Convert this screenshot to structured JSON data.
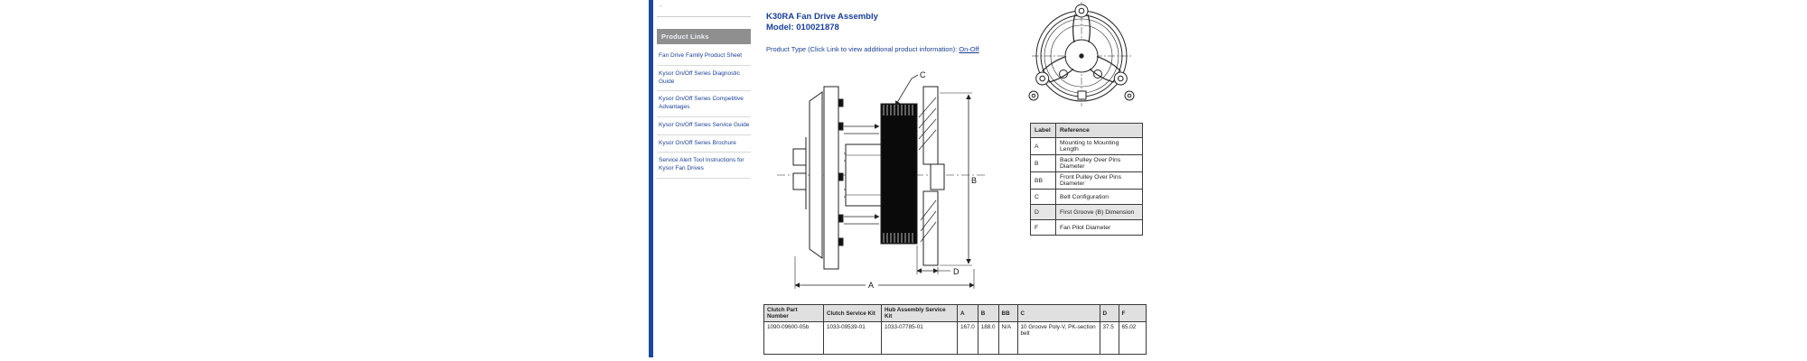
{
  "colors": {
    "navy": "#1b3f94",
    "bar-blue": "#1f4698",
    "header-gray": "#8f8f8f",
    "border-dark": "#3a3a3a",
    "row-alt": "#e6e6e6",
    "thead-bg": "#e0e0e0"
  },
  "top_widget": {
    "glyph": "-"
  },
  "sidebar": {
    "header": "Product Links",
    "links": [
      {
        "label": "Fan Drive Family Product Sheet"
      },
      {
        "label": "Kysor On/Off Series Diagnostic Guide"
      },
      {
        "label": "Kysor On/Off Series Competitive Advantages"
      },
      {
        "label": "Kysor On/Off Series Service Guide"
      },
      {
        "label": "Kysor On/Off Series Brochure"
      },
      {
        "label": "Service Alert Tool Instructions for Kysor Fan Drives"
      }
    ]
  },
  "header": {
    "title": "K30RA Fan Drive Assembly",
    "model": "Model: 010021878",
    "product_type_prefix": "Product Type (Click Link to view additional product information): ",
    "product_type_link": "On-Off"
  },
  "diagram": {
    "dim_a": "A",
    "dim_b": "B",
    "dim_c": "C",
    "dim_d": "D"
  },
  "reference_table": {
    "headers": [
      "Label",
      "Reference"
    ],
    "rows": [
      [
        "A",
        "Mounting to Mounting Length"
      ],
      [
        "B",
        "Back Pulley Over Pins Diameter"
      ],
      [
        "BB",
        "Front Pulley Over Pins Diameter"
      ],
      [
        "C",
        "Belt Configuration"
      ],
      [
        "D",
        "First Groove (B) Dimension"
      ],
      [
        "F",
        "Fan Pilot Diameter"
      ]
    ]
  },
  "parts_table": {
    "headers": [
      "Clutch Part Number",
      "Clutch Service Kit",
      "Hub Assembly Service Kit",
      "A",
      "B",
      "BB",
      "C",
      "D",
      "F"
    ],
    "rows": [
      [
        "1090-09600-05b",
        "1033-09539-01",
        "1033-07785-01",
        "167.0",
        "188.0",
        "N/A",
        "10 Groove Poly-V, PK-section belt",
        "37.5",
        "65.02"
      ]
    ]
  }
}
